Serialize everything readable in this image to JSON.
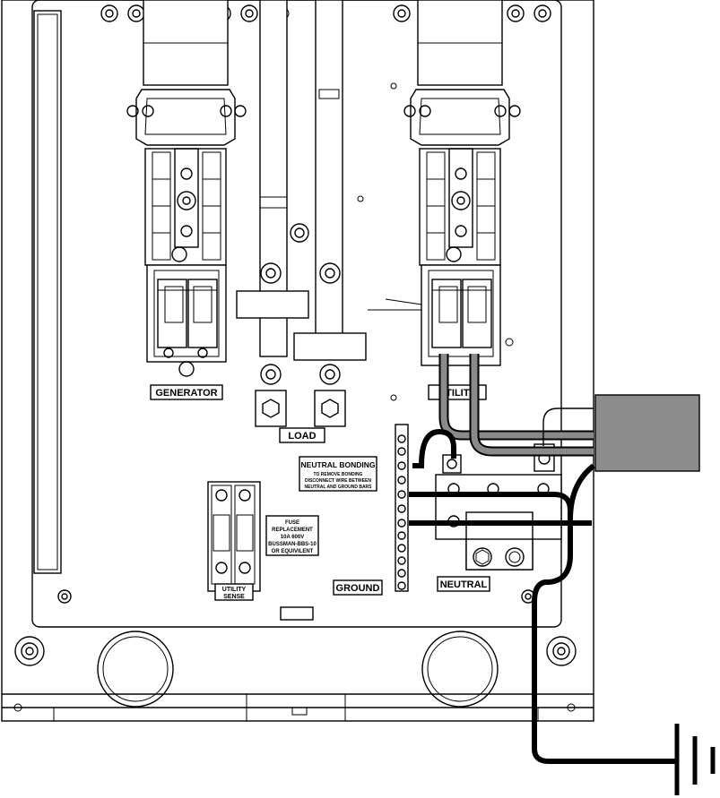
{
  "labels": {
    "generator": "GENERATOR",
    "utility": "UTILITY",
    "load": "LOAD",
    "ground": "GROUND",
    "neutral": "NEUTRAL",
    "utility_sense_line1": "UTILITY",
    "utility_sense_line2": "SENSE"
  },
  "notes": {
    "neutral_bonding": {
      "title": "NEUTRAL BONDING",
      "line1": "TO REMOVE BONDING",
      "line2": "DISCONNECT WIRE BETWEEN",
      "line3": "NEUTRAL AND GROUND BARS"
    },
    "fuse": {
      "line1": "FUSE",
      "line2": "REPLACEMENT",
      "line3": "10A 600V",
      "line4": "BUSSMAN-BBS-10",
      "line5": "OR EQUIVILENT"
    }
  },
  "colors": {
    "line": "#000000",
    "utility_wire": "#8a8a8a",
    "conduit_box": "#8c8c8c",
    "background": "#ffffff"
  }
}
